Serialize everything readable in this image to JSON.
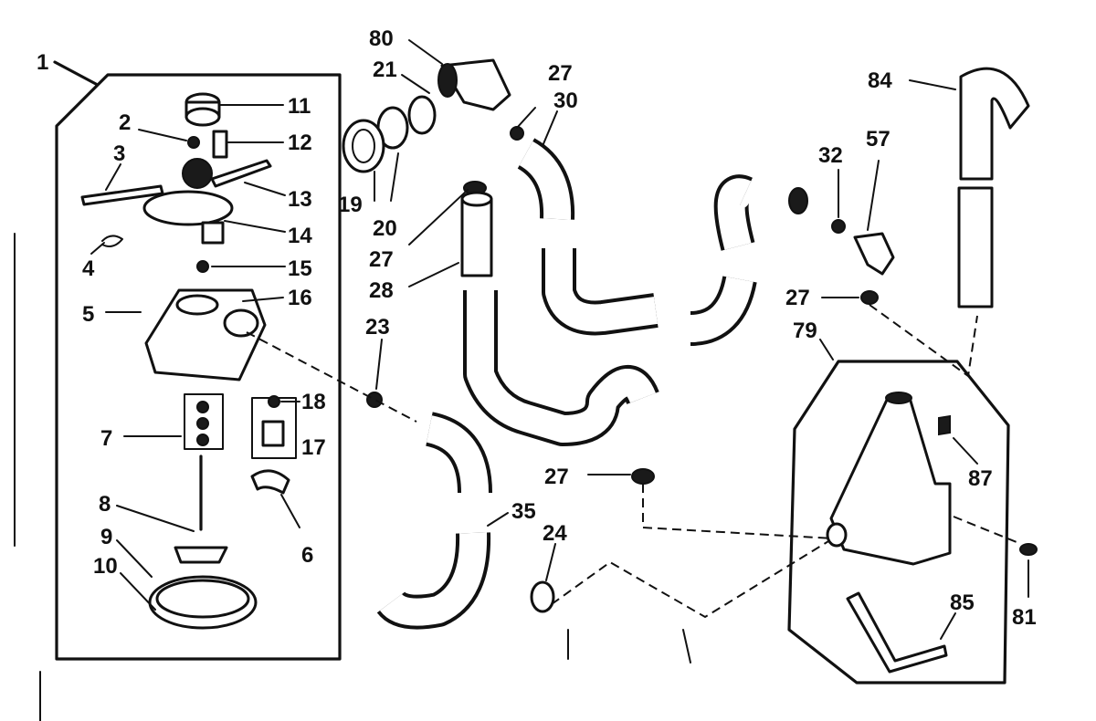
{
  "callouts": {
    "c1": "1",
    "c2": "2",
    "c3": "3",
    "c4": "4",
    "c5": "5",
    "c6": "6",
    "c7": "7",
    "c8": "8",
    "c9": "9",
    "c10": "10",
    "c11": "11",
    "c12": "12",
    "c13": "13",
    "c14": "14",
    "c15": "15",
    "c16": "16",
    "c17": "17",
    "c18": "18",
    "c19": "19",
    "c20": "20",
    "c21": "21",
    "c23": "23",
    "c24": "24",
    "c27a": "27",
    "c27b": "27",
    "c27c": "27",
    "c27d": "27",
    "c28": "28",
    "c30": "30",
    "c32": "32",
    "c35": "35",
    "c57": "57",
    "c79": "79",
    "c80": "80",
    "c81": "81",
    "c84": "84",
    "c85": "85",
    "c87": "87"
  }
}
